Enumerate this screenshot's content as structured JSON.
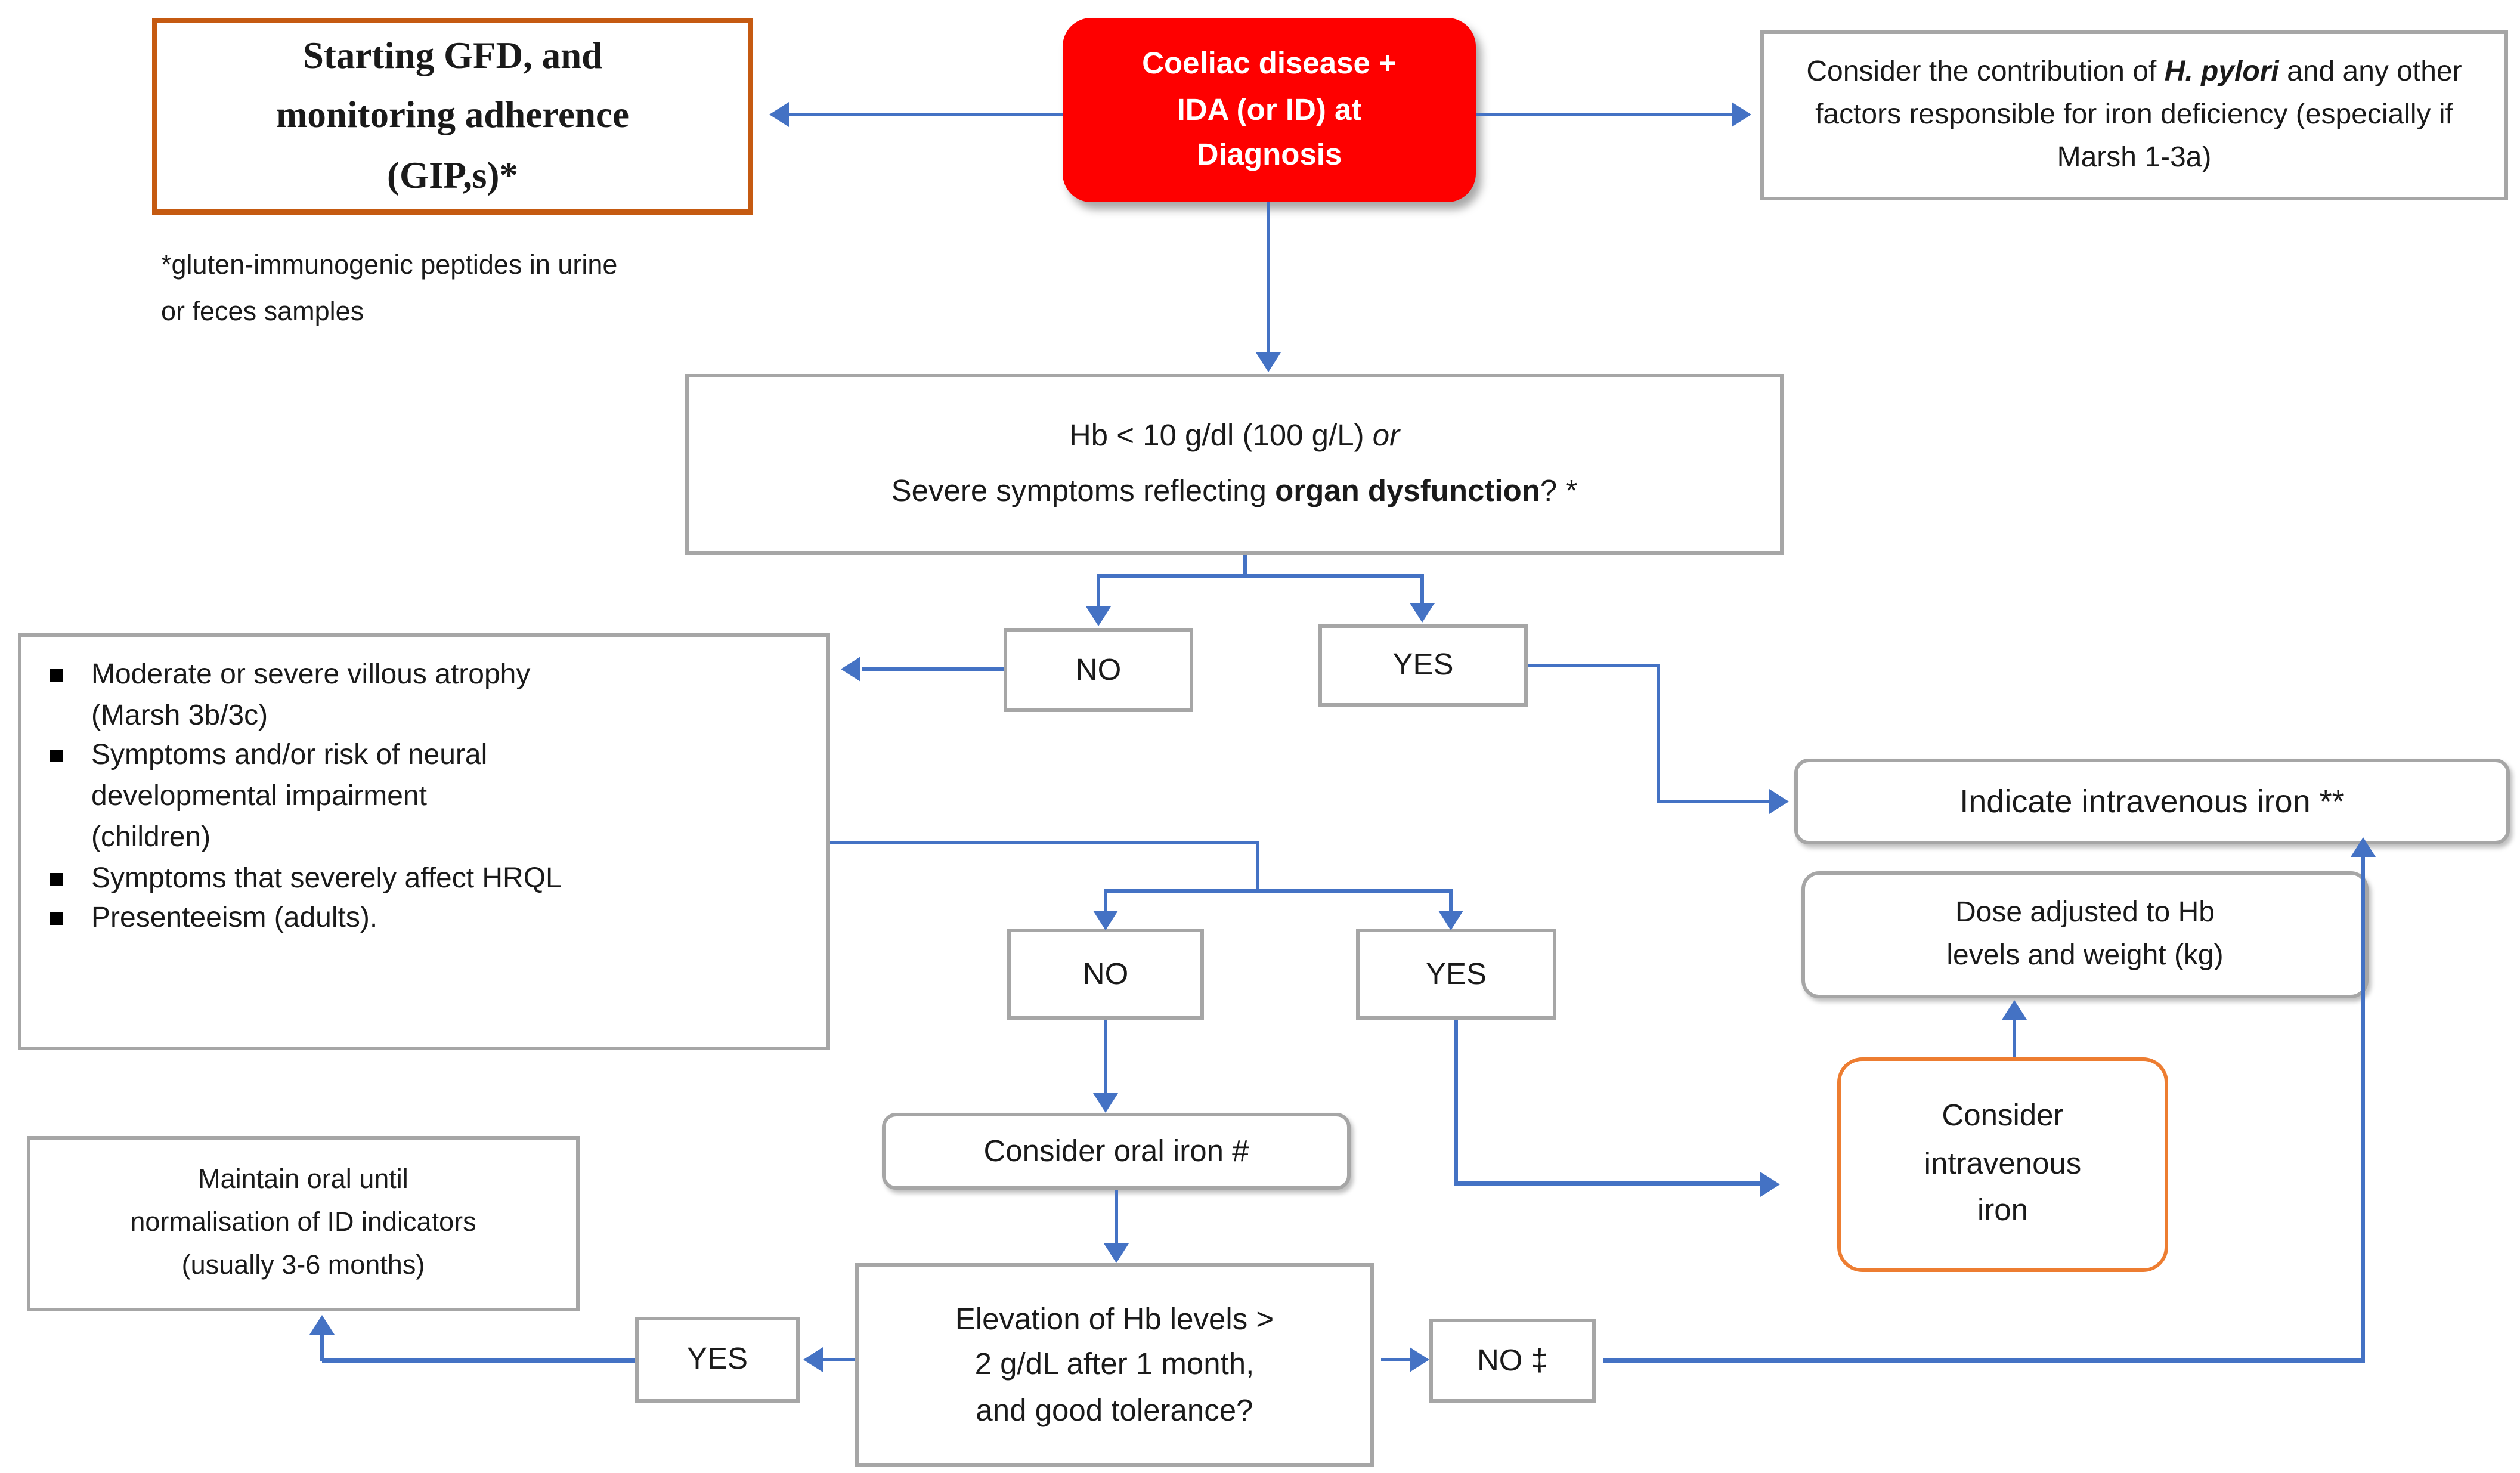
{
  "palette": {
    "arrow_blue": "#4472C4",
    "box_border_gray": "#A6A6A6",
    "start_box_border_orange": "#C55A11",
    "consider_iv_border_orange": "#ED7D31",
    "diagnosis_red": "#FE0000"
  },
  "start_box": {
    "lines": [
      "Starting GFD, and",
      "monitoring adherence",
      "(GIP,s)*"
    ]
  },
  "footnote": {
    "text": "*gluten-immunogenic peptides in urine\nor feces samples"
  },
  "diagnosis_box": {
    "lines": [
      "Coeliac disease +",
      "IDA (or ID) at",
      "Diagnosis"
    ]
  },
  "hpylori_box": {
    "pre": "Consider the contribution of ",
    "emphasis": "H. pylori",
    "post": " and any other factors responsible for iron deficiency (especially if Marsh 1-3a)"
  },
  "hb_question_box": {
    "line1_pre": "Hb < 10 g/dl (100 g/L) ",
    "line1_italic": "or",
    "line2_pre": "Severe symptoms reflecting ",
    "line2_bold": "organ dysfunction",
    "line2_post": "? *"
  },
  "criteria_box": {
    "items": [
      "Moderate or severe villous atrophy\n(Marsh 3b/3c)",
      "Symptoms and/or risk of neural\ndevelopmental impairment\n(children)",
      "Symptoms that severely affect HRQL",
      "Presenteeism (adults)."
    ]
  },
  "decision1": {
    "no": "NO",
    "yes": "YES"
  },
  "decision2": {
    "no": "NO",
    "yes": "YES"
  },
  "indicate_iv_box": {
    "label": "Indicate intravenous iron **"
  },
  "dose_box": {
    "text": "Dose adjusted to Hb\nlevels and weight (kg)"
  },
  "consider_iv_box": {
    "text": "Consider\nintravenous\niron"
  },
  "oral_iron_box": {
    "label": "Consider oral iron #"
  },
  "elevation_box": {
    "text": "Elevation of Hb levels >\n2 g/dL after 1 month,\nand good tolerance?"
  },
  "no_followup_box": {
    "label": "NO ‡"
  },
  "yes_followup_box": {
    "label": "YES"
  },
  "maintain_box": {
    "text": "Maintain oral until\nnormalisation of ID indicators\n(usually 3-6 months)"
  }
}
